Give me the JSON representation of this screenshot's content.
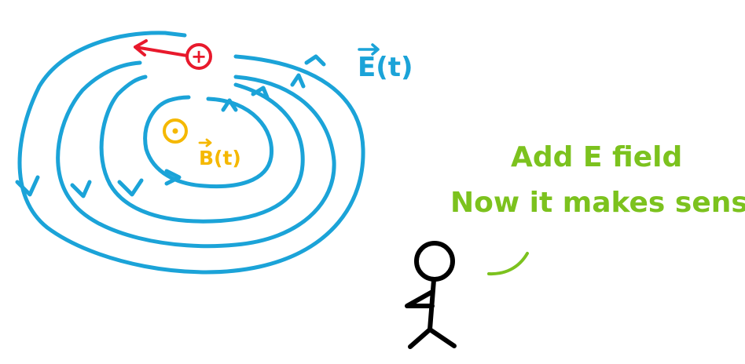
{
  "labels": {
    "e_field": "E(t)",
    "b_field": "B(t)",
    "charge_symbol": "+",
    "speech_line_1": "Add E field",
    "speech_line_2": "Now it makes sense"
  },
  "colors": {
    "field_lines": "#1ba3d8",
    "charge": "#e8192c",
    "b_field": "#f5b800",
    "speech": "#7cc21e",
    "figure": "#000000"
  }
}
